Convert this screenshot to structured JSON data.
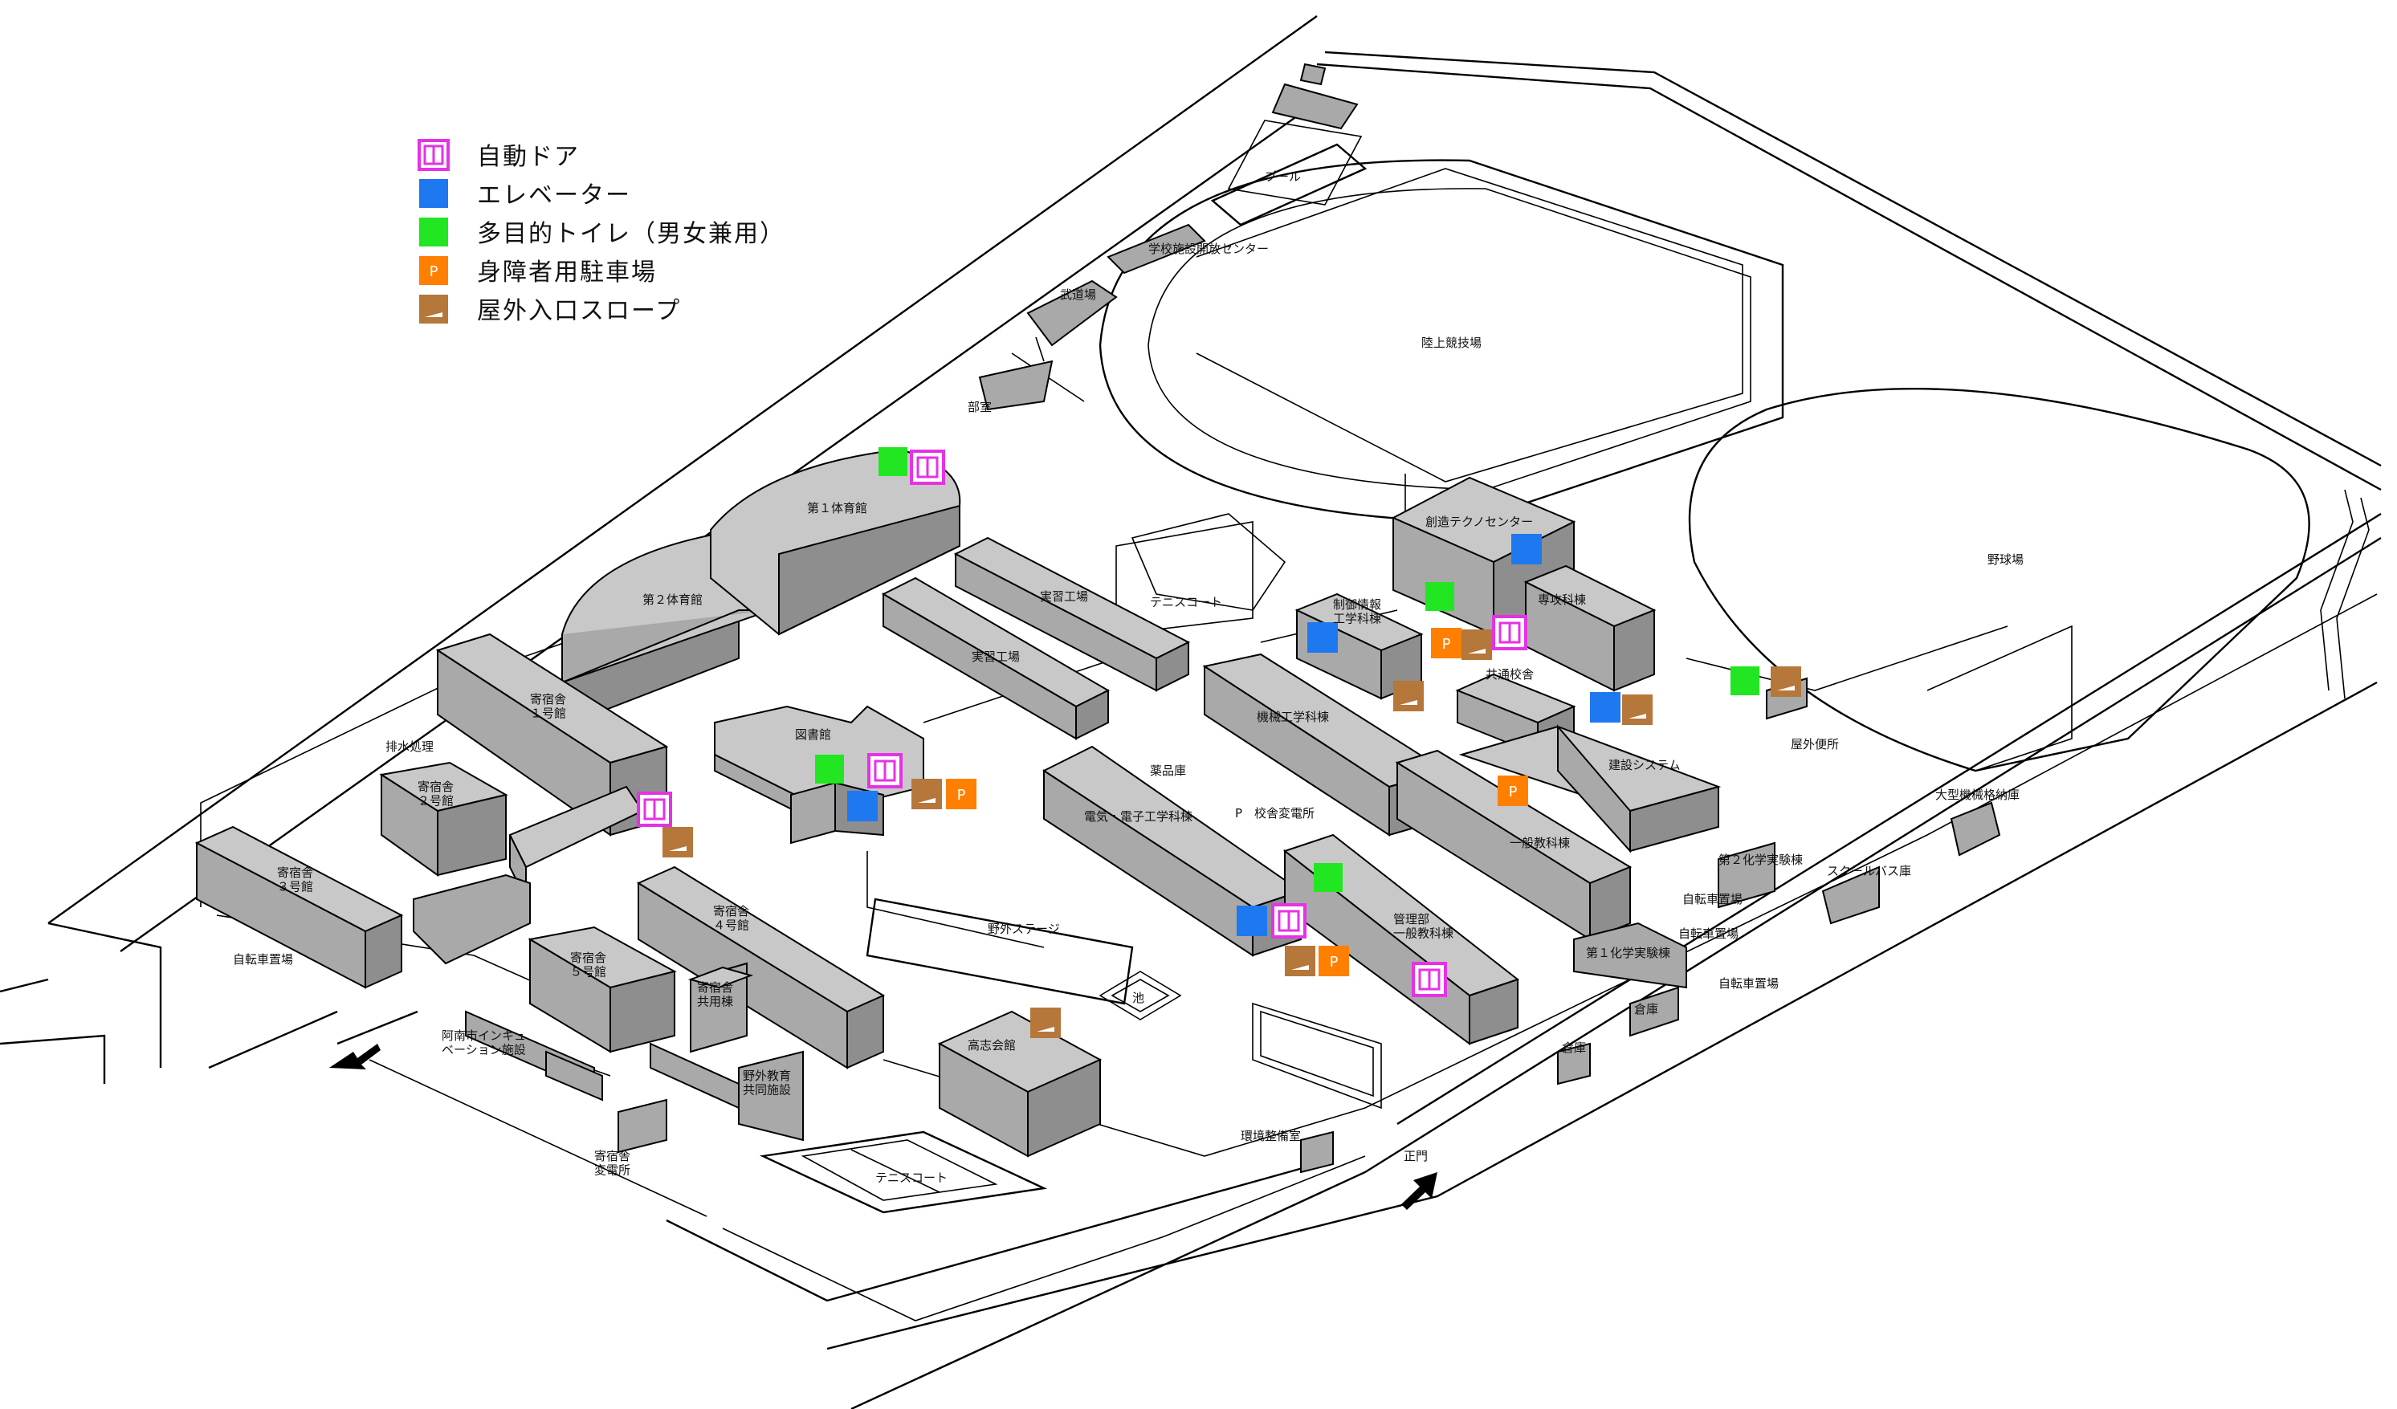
{
  "legend": [
    {
      "id": "auto-door",
      "label": "自動ドア",
      "color": "#e632e6",
      "icon": "automatic-door-icon"
    },
    {
      "id": "elevator",
      "label": "エレベーター",
      "color": "#1e78f0",
      "icon": "elevator-icon"
    },
    {
      "id": "toilet",
      "label": "多目的トイレ（男女兼用）",
      "color": "#22e622",
      "icon": "accessible-toilet-icon"
    },
    {
      "id": "parking",
      "label": "身障者用駐車場",
      "color": "#ff7f00",
      "icon": "accessible-parking-icon"
    },
    {
      "id": "slope",
      "label": "屋外入口スロープ",
      "color": "#b5773a",
      "icon": "outdoor-slope-icon"
    }
  ],
  "labels": {
    "pool": "プール",
    "open_center": "学校施設開放センター",
    "budokan": "武道場",
    "track": "陸上競技場",
    "baseball": "野球場",
    "clubroom": "部室",
    "gym1": "第１体育館",
    "gym2": "第２体育館",
    "dorm1": "寄宿舎\n１号館",
    "dorm2": "寄宿舎\n２号館",
    "dorm3": "寄宿舎\n３号館",
    "dorm4": "寄宿舎\n４号館",
    "dorm5": "寄宿舎\n５号館",
    "dorm_common": "寄宿舎\n共用棟",
    "dorm_power": "寄宿舎\n変電所",
    "waste": "排水処理",
    "bike1": "自転車置場",
    "bike2": "自転車置場",
    "bike3": "自転車置場",
    "bike4": "自転車置場",
    "incubation": "阿南市インキュ\nベーション施設",
    "library": "図書館",
    "workshop1": "実習工場",
    "workshop2": "実習工場",
    "tennis1": "テニスコート",
    "tennis2": "テニスコート",
    "chem_store": "薬品庫",
    "substation": "校舎変電所",
    "p_mark": "P",
    "elec": "電気・電子工学科棟",
    "mech": "機械工学科棟",
    "control": "制御情報\n工学科棟",
    "techno": "創造テクノセンター",
    "senko": "専攻科棟",
    "common": "共通校舎",
    "construction": "建設システム",
    "general": "一般教科棟",
    "admin": "管理部\n一般教科棟",
    "outdoor_stage": "野外ステージ",
    "pond": "池",
    "koshikai": "高志会館",
    "outdoor_edu": "野外教育\n共同施設",
    "env": "環境整備室",
    "main_gate": "正門",
    "outdoor_wc": "屋外便所",
    "large_machine": "大型機械格納庫",
    "chem2": "第２化学実験棟",
    "chem1": "第１化学実験棟",
    "bus": "スクールバス庫",
    "warehouse1": "倉庫",
    "warehouse2": "倉庫"
  }
}
